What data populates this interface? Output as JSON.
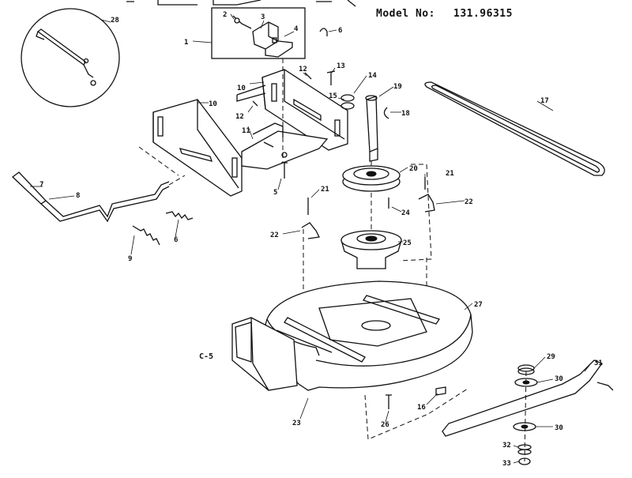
{
  "header": {
    "model_label": "Model No:",
    "model_number": "131.96315"
  },
  "section_label": "C-5",
  "callouts": [
    "1",
    "2",
    "3",
    "4",
    "5",
    "6",
    "7",
    "8",
    "9",
    "10",
    "11",
    "12",
    "13",
    "14",
    "15",
    "16",
    "17",
    "18",
    "19",
    "20",
    "21",
    "22",
    "23",
    "24",
    "25",
    "26",
    "27",
    "28",
    "29",
    "30",
    "31",
    "32",
    "33"
  ]
}
